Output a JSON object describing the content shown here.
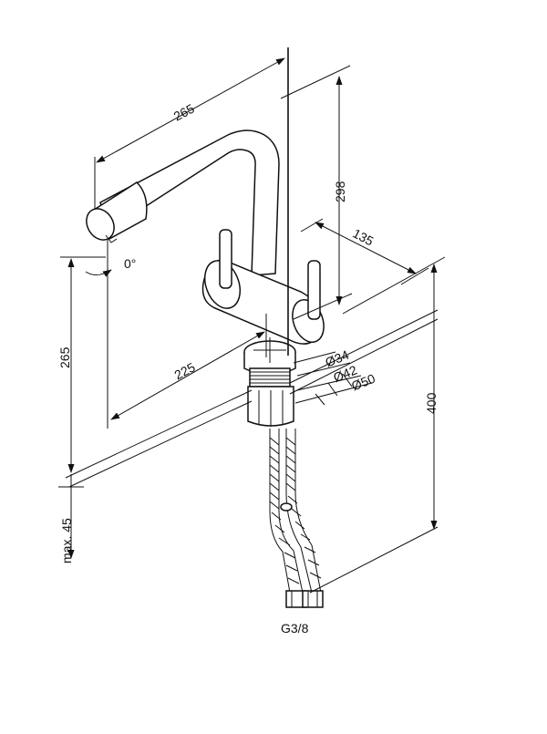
{
  "dimensions": {
    "spout_reach": "265",
    "overall_height": "298",
    "base_depth": "135",
    "outlet_height": "265",
    "outlet_to_base": "225",
    "total_height": "400",
    "deck_thickness": "max. 45",
    "swivel_angle": "0°",
    "diameter_inner": "Ø34",
    "diameter_mid": "Ø42",
    "diameter_outer": "Ø50",
    "connection_thread": "G3/8"
  },
  "colors": {
    "line": "#111111",
    "background": "#ffffff"
  }
}
